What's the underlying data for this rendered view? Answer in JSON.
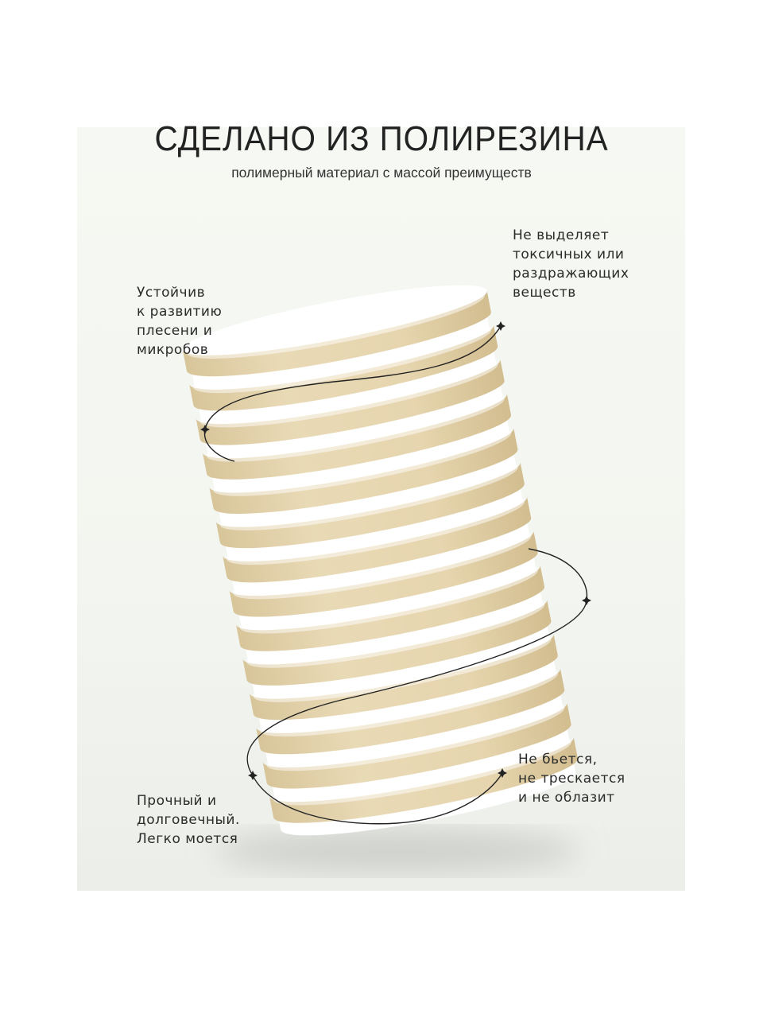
{
  "title": "СДЕЛАНО ИЗ ПОЛИРЕЗИНА",
  "subtitle": "полимерный материал с массой преимуществ",
  "features": {
    "top_right": [
      "Не выделяет",
      "токсичных или",
      "раздражающих",
      "веществ"
    ],
    "top_left": [
      "Устойчив",
      "к развитию",
      "плесени и",
      "микробов"
    ],
    "bottom_right": [
      "Не бьется,",
      "не трескается",
      "и не облазит"
    ],
    "bottom_left": [
      "Прочный и",
      "долговечный.",
      "Легко моется"
    ]
  },
  "colors": {
    "background": "#f4f6f1",
    "wood": "#e4d3ac",
    "core": "#ffffff",
    "line": "#222222"
  },
  "image": {
    "subject": "polyresin-cylinder-icon",
    "disc_count": 14
  }
}
